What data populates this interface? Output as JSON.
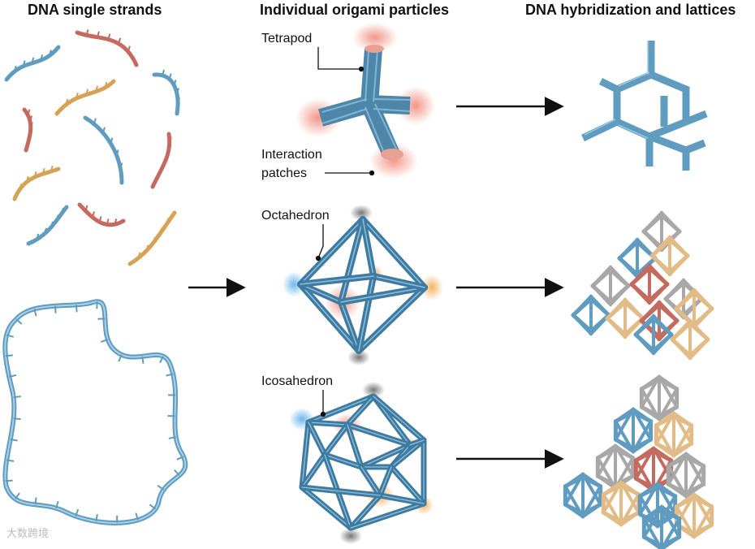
{
  "headers": {
    "strands": "DNA single strands",
    "particles": "Individual origami particles",
    "lattices": "DNA hybridization and lattices"
  },
  "labels": {
    "tetrapod": "Tetrapod",
    "interaction_patches": [
      "Interaction",
      "patches"
    ],
    "octahedron": "Octahedron",
    "icosahedron": "Icosahedron"
  },
  "colors": {
    "blue": "#5f9cc0",
    "red": "#c56a5f",
    "orange": "#d6a255",
    "grey": "#a8a8a8",
    "tan": "#e2bb86",
    "arrow": "#111111"
  },
  "watermark": "大数跨境"
}
